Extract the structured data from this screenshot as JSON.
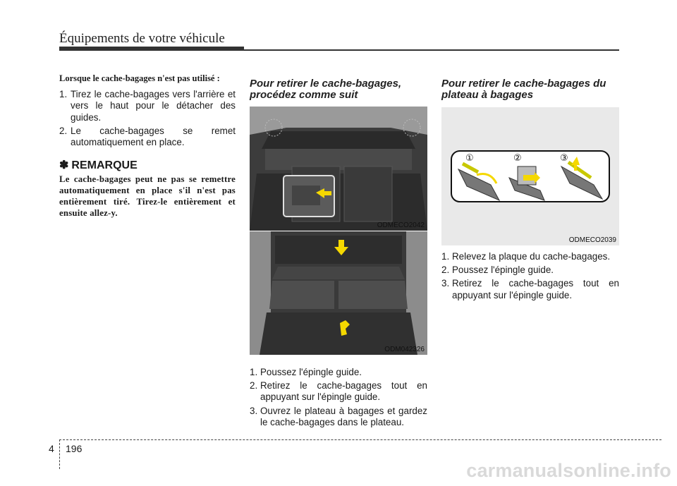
{
  "header": {
    "title": "Équipements de votre véhicule"
  },
  "col1": {
    "intro": "Lorsque le cache-bagages n'est pas utilisé :",
    "steps": [
      {
        "num": "1.",
        "text": "Tirez le cache-bagages vers l'arrière et vers le haut pour le détacher des guides."
      },
      {
        "num": "2.",
        "text": "Le cache-bagages se remet automatiquement en place."
      }
    ],
    "note_title": "REMARQUE",
    "note_body": "Le cache-bagages peut ne pas se remettre automatiquement en place s'il n'est pas entièrement tiré. Tirez-le entièrement et ensuite allez-y."
  },
  "col2": {
    "title": "Pour retirer le cache-bagages, procédez comme suit",
    "figure_a_caption": "ODMECO2042",
    "figure_b_caption": "ODM042326",
    "steps": [
      {
        "num": "1.",
        "text": "Poussez l'épingle guide."
      },
      {
        "num": "2.",
        "text": "Retirez le cache-bagages tout en appuyant sur l'épingle guide."
      },
      {
        "num": "3.",
        "text": "Ouvrez le plateau à bagages et gardez le cache-bagages dans le plateau."
      }
    ]
  },
  "col3": {
    "title": "Pour retirer le cache-bagages du plateau à bagages",
    "figure_caption": "ODMECO2039",
    "figure_markers": [
      "①",
      "②",
      "③"
    ],
    "steps": [
      {
        "num": "1.",
        "text": "Relevez la plaque du cache-bagages."
      },
      {
        "num": "2.",
        "text": "Poussez l'épingle guide."
      },
      {
        "num": "3.",
        "text": "Retirez le cache-bagages tout en appuyant sur l'épingle guide."
      }
    ]
  },
  "footer": {
    "chapter": "4",
    "page": "196",
    "watermark": "carmanualsonline.info"
  },
  "colors": {
    "arrow": "#f5d800",
    "rule": "#333333"
  }
}
